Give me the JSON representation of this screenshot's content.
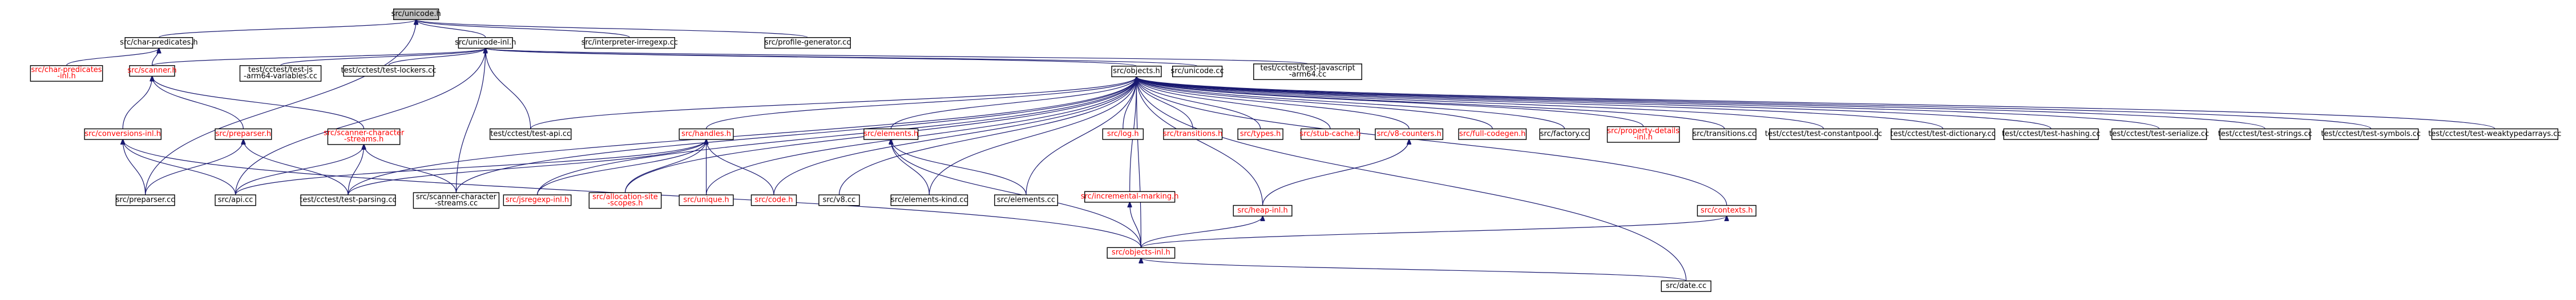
{
  "colors": {
    "edge": "#191970",
    "node_border": "#000000",
    "node_fill": "#ffffff",
    "root_fill": "#bfbfbf",
    "text_normal": "#000000",
    "text_red": "#ff0000"
  },
  "nodes": {
    "unicode_h": {
      "label": [
        "src/unicode.h"
      ],
      "style": "root"
    },
    "char_predicates_h": {
      "label": [
        "src/char-predicates.h"
      ],
      "style": "normal"
    },
    "unicode_inl_h": {
      "label": [
        "src/unicode-inl.h"
      ],
      "style": "normal"
    },
    "interpreter_irregexp": {
      "label": [
        "src/interpreter-irregexp.cc"
      ],
      "style": "normal"
    },
    "profile_generator": {
      "label": [
        "src/profile-generator.cc"
      ],
      "style": "normal"
    },
    "char_predicates_inl": {
      "label": [
        "src/char-predicates",
        "-inl.h"
      ],
      "style": "red"
    },
    "scanner_h": {
      "label": [
        "src/scanner.h"
      ],
      "style": "red"
    },
    "test_js_arm64": {
      "label": [
        "test/cctest/test-js",
        "-arm64-variables.cc"
      ],
      "style": "normal"
    },
    "test_lockers": {
      "label": [
        "test/cctest/test-lockers.cc"
      ],
      "style": "normal"
    },
    "objects_h": {
      "label": [
        "src/objects.h"
      ],
      "style": "normal"
    },
    "unicode_cc": {
      "label": [
        "src/unicode.cc"
      ],
      "style": "normal"
    },
    "test_javascript_arm64": {
      "label": [
        "test/cctest/test-javascript",
        "-arm64.cc"
      ],
      "style": "normal"
    },
    "conversions_inl": {
      "label": [
        "src/conversions-inl.h"
      ],
      "style": "red"
    },
    "preparser_h": {
      "label": [
        "src/preparser.h"
      ],
      "style": "red"
    },
    "scanner_char_streams_h": {
      "label": [
        "src/scanner-character",
        "-streams.h"
      ],
      "style": "red"
    },
    "test_api": {
      "label": [
        "test/cctest/test-api.cc"
      ],
      "style": "normal"
    },
    "handles_h": {
      "label": [
        "src/handles.h"
      ],
      "style": "red"
    },
    "elements_h": {
      "label": [
        "src/elements.h"
      ],
      "style": "red"
    },
    "log_h": {
      "label": [
        "src/log.h"
      ],
      "style": "red"
    },
    "transitions_h": {
      "label": [
        "src/transitions.h"
      ],
      "style": "red"
    },
    "types_h": {
      "label": [
        "src/types.h"
      ],
      "style": "red"
    },
    "stub_cache_h": {
      "label": [
        "src/stub-cache.h"
      ],
      "style": "red"
    },
    "v8_counters_h": {
      "label": [
        "src/v8-counters.h"
      ],
      "style": "red"
    },
    "full_codegen_h": {
      "label": [
        "src/full-codegen.h"
      ],
      "style": "red"
    },
    "factory_cc": {
      "label": [
        "src/factory.cc"
      ],
      "style": "normal"
    },
    "property_details_inl": {
      "label": [
        "src/property-details",
        "-inl.h"
      ],
      "style": "red"
    },
    "transitions_cc": {
      "label": [
        "src/transitions.cc"
      ],
      "style": "normal"
    },
    "test_constantpool": {
      "label": [
        "test/cctest/test-constantpool.cc"
      ],
      "style": "normal"
    },
    "test_dictionary": {
      "label": [
        "test/cctest/test-dictionary.cc"
      ],
      "style": "normal"
    },
    "test_hashing": {
      "label": [
        "test/cctest/test-hashing.cc"
      ],
      "style": "normal"
    },
    "test_serialize": {
      "label": [
        "test/cctest/test-serialize.cc"
      ],
      "style": "normal"
    },
    "test_strings": {
      "label": [
        "test/cctest/test-strings.cc"
      ],
      "style": "normal"
    },
    "test_symbols": {
      "label": [
        "test/cctest/test-symbols.cc"
      ],
      "style": "normal"
    },
    "test_weaktypedarrays": {
      "label": [
        "test/cctest/test-weaktypedarrays.cc"
      ],
      "style": "normal"
    },
    "preparser_cc": {
      "label": [
        "src/preparser.cc"
      ],
      "style": "normal"
    },
    "api_cc": {
      "label": [
        "src/api.cc"
      ],
      "style": "normal"
    },
    "test_parsing": {
      "label": [
        "test/cctest/test-parsing.cc"
      ],
      "style": "normal"
    },
    "scanner_char_streams_cc": {
      "label": [
        "src/scanner-character",
        "-streams.cc"
      ],
      "style": "normal"
    },
    "jsregexp_inl": {
      "label": [
        "src/jsregexp-inl.h"
      ],
      "style": "red"
    },
    "allocation_site_scopes": {
      "label": [
        "src/allocation-site",
        "-scopes.h"
      ],
      "style": "red"
    },
    "unique_h": {
      "label": [
        "src/unique.h"
      ],
      "style": "red"
    },
    "code_h": {
      "label": [
        "src/code.h"
      ],
      "style": "red"
    },
    "v8_cc": {
      "label": [
        "src/v8.cc"
      ],
      "style": "normal"
    },
    "elements_kind_cc": {
      "label": [
        "src/elements-kind.cc"
      ],
      "style": "normal"
    },
    "elements_cc": {
      "label": [
        "src/elements.cc"
      ],
      "style": "normal"
    },
    "incremental_marking_h": {
      "label": [
        "src/incremental-marking.h"
      ],
      "style": "red"
    },
    "heap_inl_h": {
      "label": [
        "src/heap-inl.h"
      ],
      "style": "red"
    },
    "contexts_h": {
      "label": [
        "src/contexts.h"
      ],
      "style": "red"
    },
    "objects_inl_h": {
      "label": [
        "src/objects-inl.h"
      ],
      "style": "red"
    },
    "date_cc": {
      "label": [
        "src/date.cc"
      ],
      "style": "normal"
    }
  },
  "edges": [
    [
      "char_predicates_h",
      "unicode_h"
    ],
    [
      "unicode_inl_h",
      "unicode_h"
    ],
    [
      "interpreter_irregexp",
      "unicode_h"
    ],
    [
      "profile_generator",
      "unicode_h"
    ],
    [
      "preparser_cc",
      "unicode_h"
    ],
    [
      "char_predicates_inl",
      "char_predicates_h"
    ],
    [
      "scanner_h",
      "char_predicates_h"
    ],
    [
      "scanner_h",
      "unicode_inl_h"
    ],
    [
      "test_js_arm64",
      "unicode_inl_h"
    ],
    [
      "test_lockers",
      "unicode_inl_h"
    ],
    [
      "objects_h",
      "unicode_inl_h"
    ],
    [
      "unicode_cc",
      "unicode_inl_h"
    ],
    [
      "test_javascript_arm64",
      "unicode_inl_h"
    ],
    [
      "test_api",
      "unicode_inl_h"
    ],
    [
      "scanner_char_streams_cc",
      "unicode_inl_h"
    ],
    [
      "api_cc",
      "unicode_inl_h"
    ],
    [
      "conversions_inl",
      "scanner_h"
    ],
    [
      "preparser_h",
      "scanner_h"
    ],
    [
      "scanner_char_streams_h",
      "scanner_h"
    ],
    [
      "preparser_cc",
      "conversions_inl"
    ],
    [
      "api_cc",
      "conversions_inl"
    ],
    [
      "objects_inl_h",
      "conversions_inl"
    ],
    [
      "preparser_cc",
      "preparser_h"
    ],
    [
      "test_parsing",
      "preparser_h"
    ],
    [
      "api_cc",
      "scanner_char_streams_h"
    ],
    [
      "test_parsing",
      "scanner_char_streams_h"
    ],
    [
      "scanner_char_streams_cc",
      "scanner_char_streams_h"
    ],
    [
      "test_api",
      "objects_h"
    ],
    [
      "handles_h",
      "objects_h"
    ],
    [
      "elements_h",
      "objects_h"
    ],
    [
      "log_h",
      "objects_h"
    ],
    [
      "transitions_h",
      "objects_h"
    ],
    [
      "types_h",
      "objects_h"
    ],
    [
      "stub_cache_h",
      "objects_h"
    ],
    [
      "v8_counters_h",
      "objects_h"
    ],
    [
      "full_codegen_h",
      "objects_h"
    ],
    [
      "factory_cc",
      "objects_h"
    ],
    [
      "property_details_inl",
      "objects_h"
    ],
    [
      "transitions_cc",
      "objects_h"
    ],
    [
      "test_constantpool",
      "objects_h"
    ],
    [
      "test_dictionary",
      "objects_h"
    ],
    [
      "test_hashing",
      "objects_h"
    ],
    [
      "test_serialize",
      "objects_h"
    ],
    [
      "test_strings",
      "objects_h"
    ],
    [
      "test_symbols",
      "objects_h"
    ],
    [
      "test_weaktypedarrays",
      "objects_h"
    ],
    [
      "test_parsing",
      "objects_h"
    ],
    [
      "scanner_char_streams_cc",
      "objects_h"
    ],
    [
      "jsregexp_inl",
      "objects_h"
    ],
    [
      "allocation_site_scopes",
      "objects_h"
    ],
    [
      "unique_h",
      "objects_h"
    ],
    [
      "code_h",
      "objects_h"
    ],
    [
      "v8_cc",
      "objects_h"
    ],
    [
      "elements_kind_cc",
      "objects_h"
    ],
    [
      "elements_cc",
      "objects_h"
    ],
    [
      "incremental_marking_h",
      "objects_h"
    ],
    [
      "heap_inl_h",
      "objects_h"
    ],
    [
      "contexts_h",
      "objects_h"
    ],
    [
      "objects_inl_h",
      "objects_h"
    ],
    [
      "date_cc",
      "objects_h"
    ],
    [
      "jsregexp_inl",
      "handles_h"
    ],
    [
      "allocation_site_scopes",
      "handles_h"
    ],
    [
      "unique_h",
      "handles_h"
    ],
    [
      "code_h",
      "handles_h"
    ],
    [
      "api_cc",
      "handles_h"
    ],
    [
      "test_parsing",
      "handles_h"
    ],
    [
      "elements_kind_cc",
      "elements_h"
    ],
    [
      "elements_cc",
      "elements_h"
    ],
    [
      "objects_inl_h",
      "elements_h"
    ],
    [
      "heap_inl_h",
      "v8_counters_h"
    ],
    [
      "objects_inl_h",
      "incremental_marking_h"
    ],
    [
      "objects_inl_h",
      "heap_inl_h"
    ],
    [
      "objects_inl_h",
      "contexts_h"
    ],
    [
      "date_cc",
      "objects_inl_h"
    ]
  ]
}
